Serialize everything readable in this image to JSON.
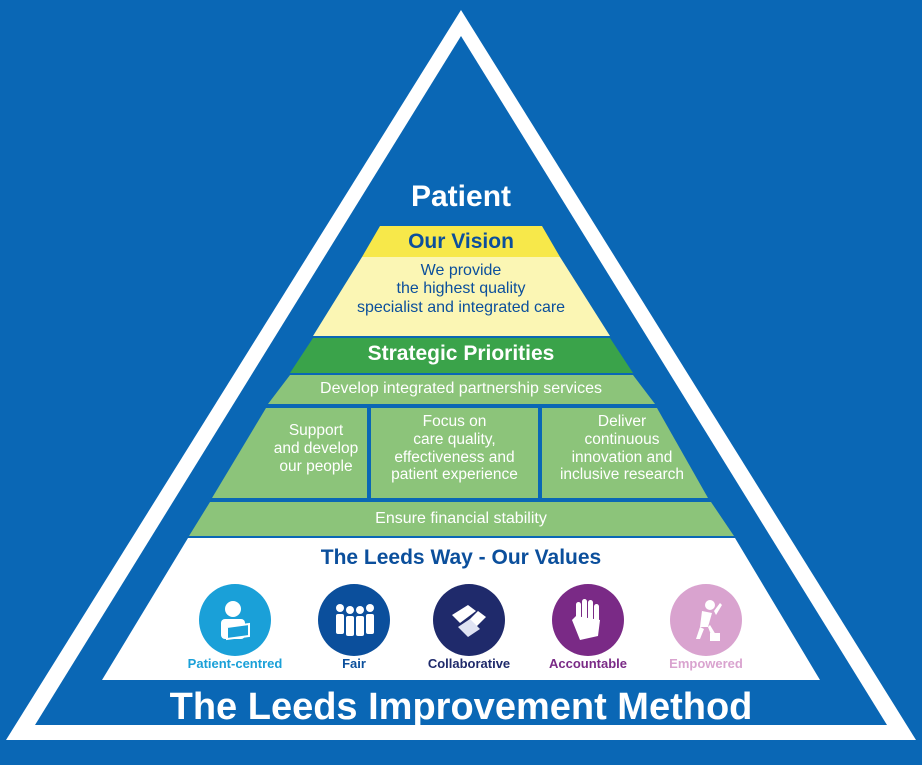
{
  "apex": {
    "label": "Patient"
  },
  "vision": {
    "heading": "Our Vision",
    "text": "We provide\nthe highest quality\nspecialist and integrated care"
  },
  "priorities": {
    "heading": "Strategic Priorities",
    "top": "Develop integrated partnership services",
    "middle": [
      "Support\nand develop\nour people",
      "Focus on\ncare quality,\neffectiveness and\npatient experience",
      "Deliver\ncontinuous\ninnovation and\ninclusive research"
    ],
    "bottom": "Ensure financial stability"
  },
  "values": {
    "heading": "The Leeds Way - Our Values",
    "items": [
      {
        "label": "Patient-centred",
        "icon": "patient-centred-icon",
        "color": "#1aa0d8"
      },
      {
        "label": "Fair",
        "icon": "fair-icon",
        "color": "#0b4f9c"
      },
      {
        "label": "Collaborative",
        "icon": "collaborative-icon",
        "color": "#1f2a6b"
      },
      {
        "label": "Accountable",
        "icon": "accountable-icon",
        "color": "#7a2a86"
      },
      {
        "label": "Empowered",
        "icon": "empowered-icon",
        "color": "#d9a3cf"
      }
    ]
  },
  "footer": {
    "title": "The Leeds Improvement Method"
  },
  "colors": {
    "background": "#0a67b5",
    "vision_band": "#f7e84a",
    "vision_body": "#fbf6b4",
    "priority_band": "#3aa34a",
    "priority_rows": "#8cc47a",
    "values_body": "#ffffff"
  }
}
